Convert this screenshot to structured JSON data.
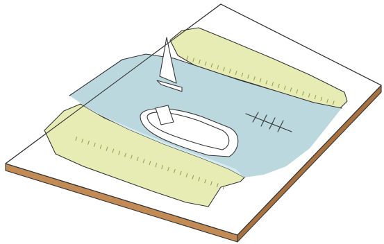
{
  "diagram": {
    "subject": "river-cross-section",
    "colors": {
      "background": "#ffffff",
      "block_top": "#ffffff",
      "block_side": "#c28a55",
      "block_side_dark": "#a7723f",
      "bank": "#e6ecb4",
      "bank_dark": "#d6e0a0",
      "water": "#bcd8df",
      "water_light": "#d6ebef",
      "vessel": "#ffffff",
      "outline": "#333333"
    },
    "elements": [
      "block-top",
      "block-side",
      "bank-far",
      "bank-near",
      "water",
      "sailboat",
      "barge",
      "rowing-shell"
    ]
  }
}
